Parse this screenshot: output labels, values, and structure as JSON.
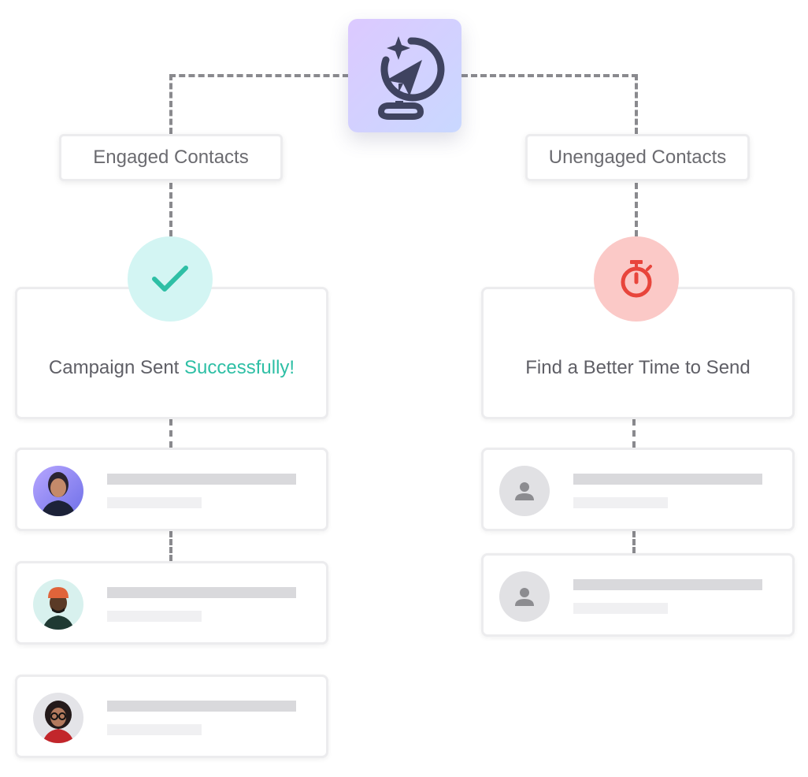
{
  "branches": {
    "engaged_label": "Engaged Contacts",
    "unengaged_label": "Unengaged Contacts"
  },
  "success_card": {
    "text_prefix": "Campaign Sent ",
    "text_highlight": "Successfully!"
  },
  "timing_card": {
    "text": "Find a Better Time to Send"
  },
  "engaged_contacts": [
    {
      "avatar": "photo-woman-purple-bg"
    },
    {
      "avatar": "photo-man-orange-beanie"
    },
    {
      "avatar": "photo-woman-glasses"
    }
  ],
  "unengaged_contacts": [
    {
      "avatar": "placeholder-person-icon"
    },
    {
      "avatar": "placeholder-person-icon"
    }
  ],
  "colors": {
    "success_accent": "#2ebfa5",
    "success_circle": "#d3f5f3",
    "timer_icon": "#e8453c",
    "timer_circle": "#fbc9c7",
    "logo_gradient_start": "#dcc9ff",
    "logo_gradient_end": "#c9d8ff",
    "connector": "#8a8a8e"
  },
  "icons": {
    "logo": "paper-plane-globe-icon",
    "success": "checkmark-icon",
    "timing": "stopwatch-icon",
    "placeholder": "person-icon"
  }
}
